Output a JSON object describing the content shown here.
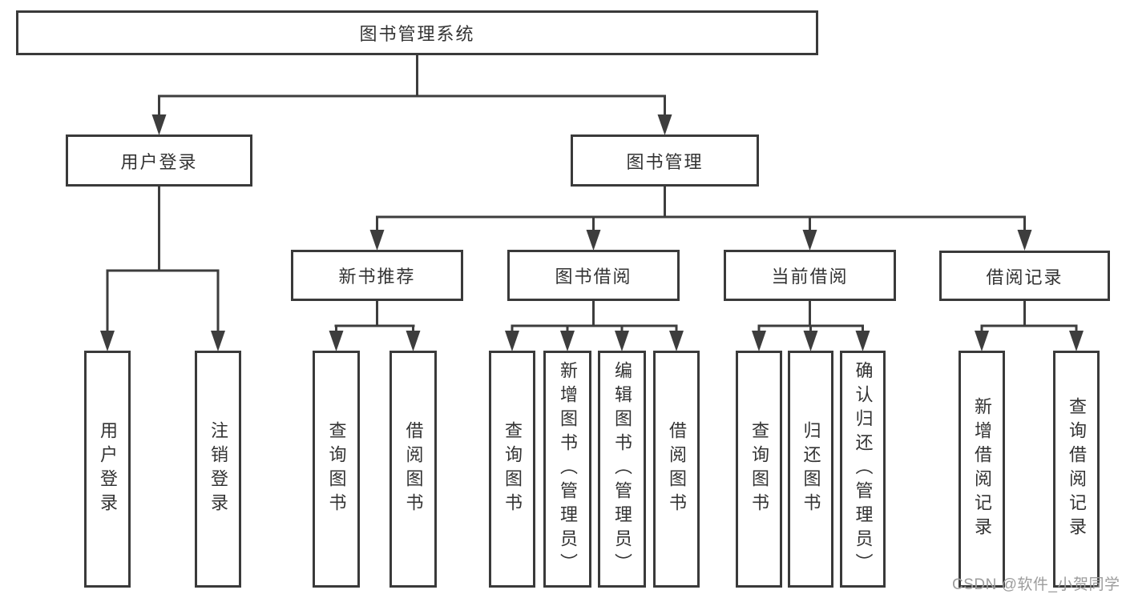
{
  "tree": {
    "root": {
      "label": "图书管理系统"
    },
    "children": [
      {
        "label": "用户登录",
        "children": [
          {
            "label": "用户登录"
          },
          {
            "label": "注销登录"
          }
        ]
      },
      {
        "label": "图书管理",
        "children": [
          {
            "label": "新书推荐",
            "children": [
              {
                "label": "查询图书"
              },
              {
                "label": "借阅图书"
              }
            ]
          },
          {
            "label": "图书借阅",
            "children": [
              {
                "label": "查询图书"
              },
              {
                "label": "新增图书（管理员）"
              },
              {
                "label": "编辑图书（管理员）"
              },
              {
                "label": "借阅图书"
              }
            ]
          },
          {
            "label": "当前借阅",
            "children": [
              {
                "label": "查询图书"
              },
              {
                "label": "归还图书"
              },
              {
                "label": "确认归还（管理员）"
              }
            ]
          },
          {
            "label": "借阅记录",
            "children": [
              {
                "label": "新增借阅记录"
              },
              {
                "label": "查询借阅记录"
              }
            ]
          }
        ]
      }
    ]
  },
  "watermark": "CSDN @软件_小贺同学",
  "colors": {
    "line": "#3d3d3d",
    "border": "#3a3a3a",
    "text": "#333333",
    "watermark": "#9c9c9c",
    "background": "#ffffff"
  }
}
